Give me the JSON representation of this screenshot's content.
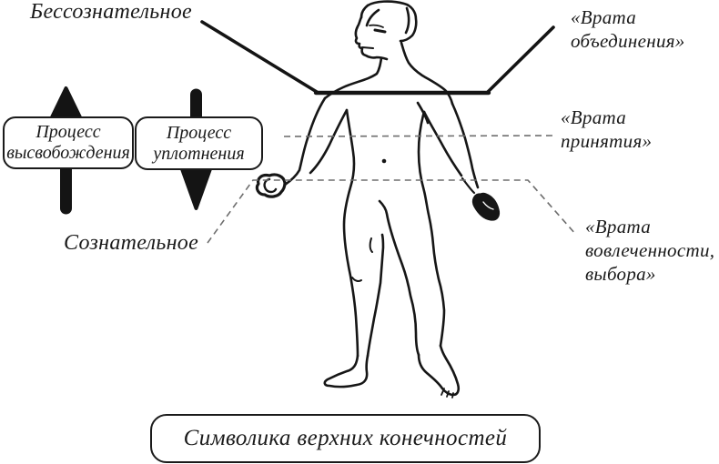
{
  "caption": "Символика верхних конечностей",
  "labels": {
    "unconscious": "Бессознательное",
    "conscious": "Сознательное"
  },
  "gates": {
    "union": {
      "lines": [
        "«Врата",
        "объединения»"
      ]
    },
    "acceptance": {
      "lines": [
        "«Врата",
        "принятия»"
      ]
    },
    "involvement": {
      "lines": [
        "«Врата",
        "вовлеченности,",
        "выбора»"
      ]
    }
  },
  "processes": {
    "release": {
      "lines": [
        "Процесс",
        "высвобождения"
      ],
      "arrow_icon": "thick-up-arrow"
    },
    "condensation": {
      "lines": [
        "Процесс",
        "уплотнения"
      ],
      "arrow_icon": "thick-down-arrow"
    }
  },
  "figure": "male-human-line-drawing",
  "colors": {
    "ink": "#1a1a1a",
    "dashed_line": "#6e6e6e",
    "background": "#ffffff"
  }
}
